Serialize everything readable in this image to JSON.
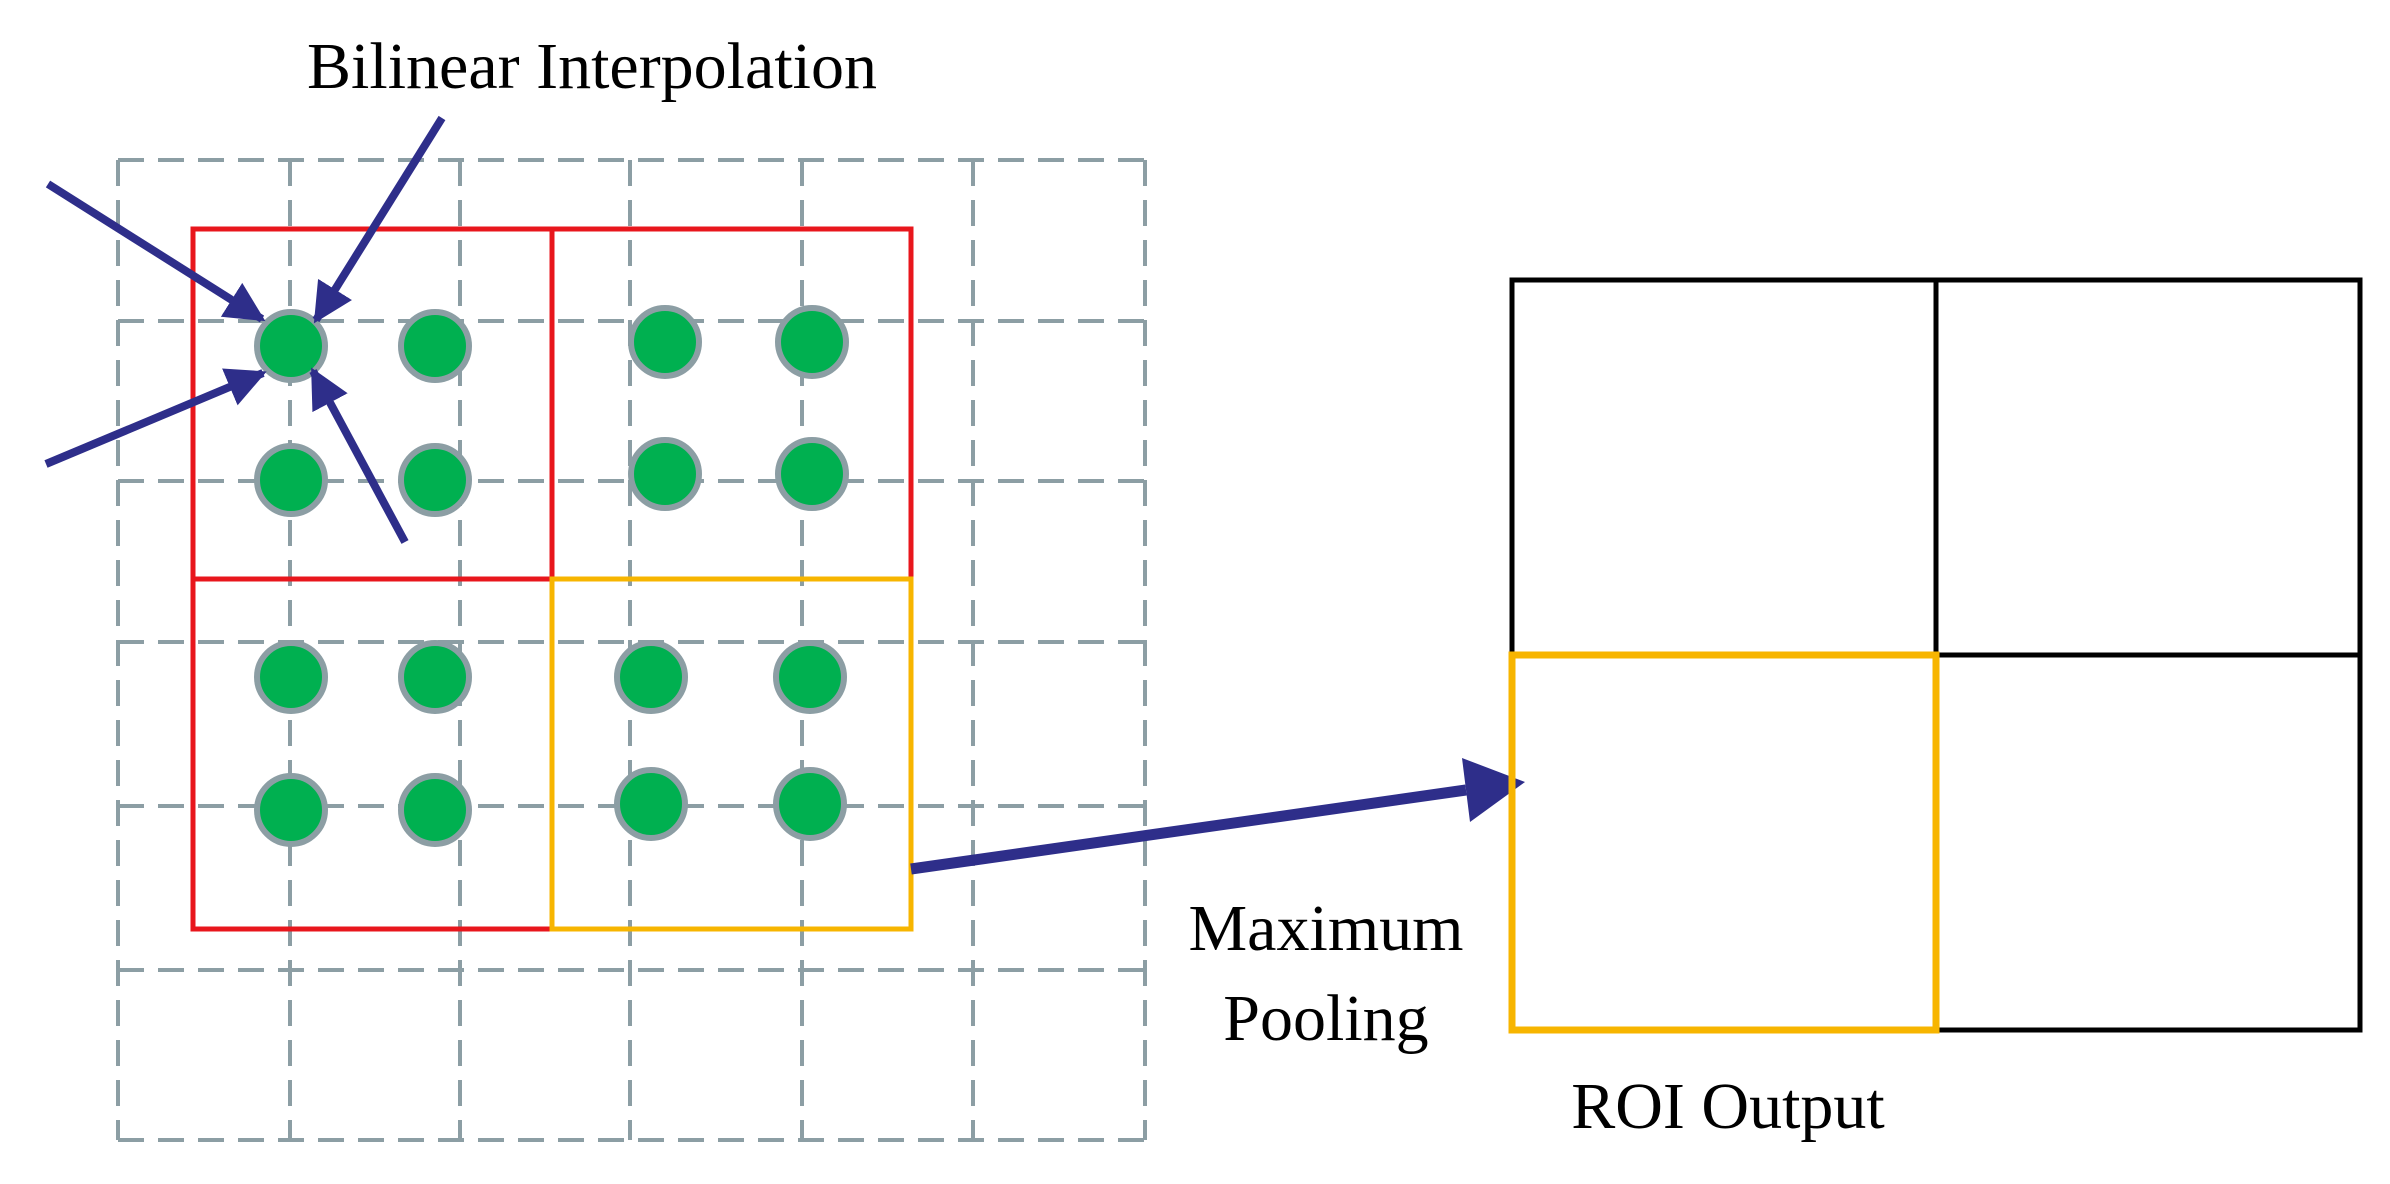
{
  "labels": {
    "bilinear": "Bilinear Interpolation",
    "pooling_line1": "Maximum",
    "pooling_line2": "Pooling",
    "roi_output": "ROI Output"
  },
  "colors": {
    "grid": "#8c9ea4",
    "bin_red": "#e8161c",
    "bin_yellow": "#f7b500",
    "sample_fill": "#00b050",
    "arrow": "#2e2e8a",
    "output_border": "#000000"
  }
}
